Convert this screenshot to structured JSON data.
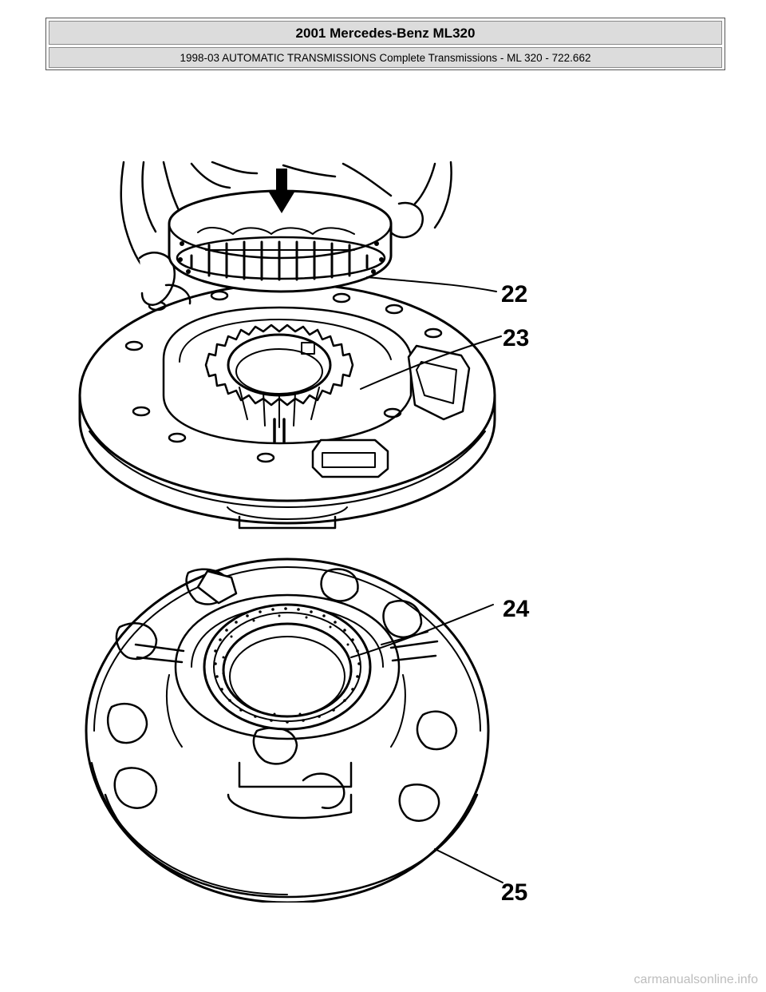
{
  "header": {
    "title": "2001 Mercedes-Benz ML320",
    "subtitle": "1998-03 AUTOMATIC TRANSMISSIONS Complete Transmissions - ML 320 - 722.662"
  },
  "figure": {
    "callouts": [
      "22",
      "23",
      "24",
      "25"
    ]
  },
  "watermark": "carmanualsonline.info"
}
